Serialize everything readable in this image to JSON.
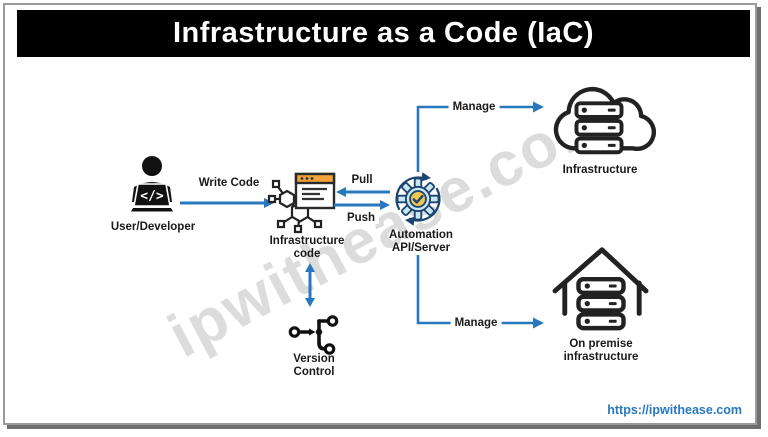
{
  "title": "Infrastructure as a Code (IaC)",
  "watermark": "ipwithease.com",
  "footer_url": "https://ipwithease.com",
  "nodes": {
    "user": {
      "label": "User/Developer",
      "icon": "developer-laptop-icon"
    },
    "infra_code": {
      "label": "Infrastructure\ncode",
      "icon": "code-window-network-icon"
    },
    "automation": {
      "label": "Automation\nAPI/Server",
      "icon": "gear-sync-check-icon"
    },
    "cloud_infra": {
      "label": "Infrastructure",
      "icon": "cloud-servers-icon"
    },
    "on_premise": {
      "label": "On premise\ninfrastructure",
      "icon": "house-servers-icon"
    },
    "version_control": {
      "label": "Version\nControl",
      "icon": "git-branch-icon"
    }
  },
  "edges": {
    "write_code": {
      "label": "Write Code",
      "direction": "right"
    },
    "pull": {
      "label": "Pull",
      "direction": "left"
    },
    "push": {
      "label": "Push",
      "direction": "right"
    },
    "manage_top": {
      "label": "Manage",
      "direction": "up-right"
    },
    "manage_bottom": {
      "label": "Manage",
      "direction": "down-right"
    }
  },
  "colors": {
    "arrow_blue": "#2878BE",
    "title_bg": "#000000",
    "title_fg": "#FFFFFF",
    "icon_outline": "#222222",
    "window_header_orange": "#F2A33A",
    "gear_fill_blue": "#C9E6F5",
    "gear_outline_navy": "#1C4670",
    "check_circle_yellow": "#F3C64F",
    "watermark_gray": "#DCDCDC",
    "url_blue": "#2878BE",
    "frame_gray": "#9A9A9A"
  }
}
